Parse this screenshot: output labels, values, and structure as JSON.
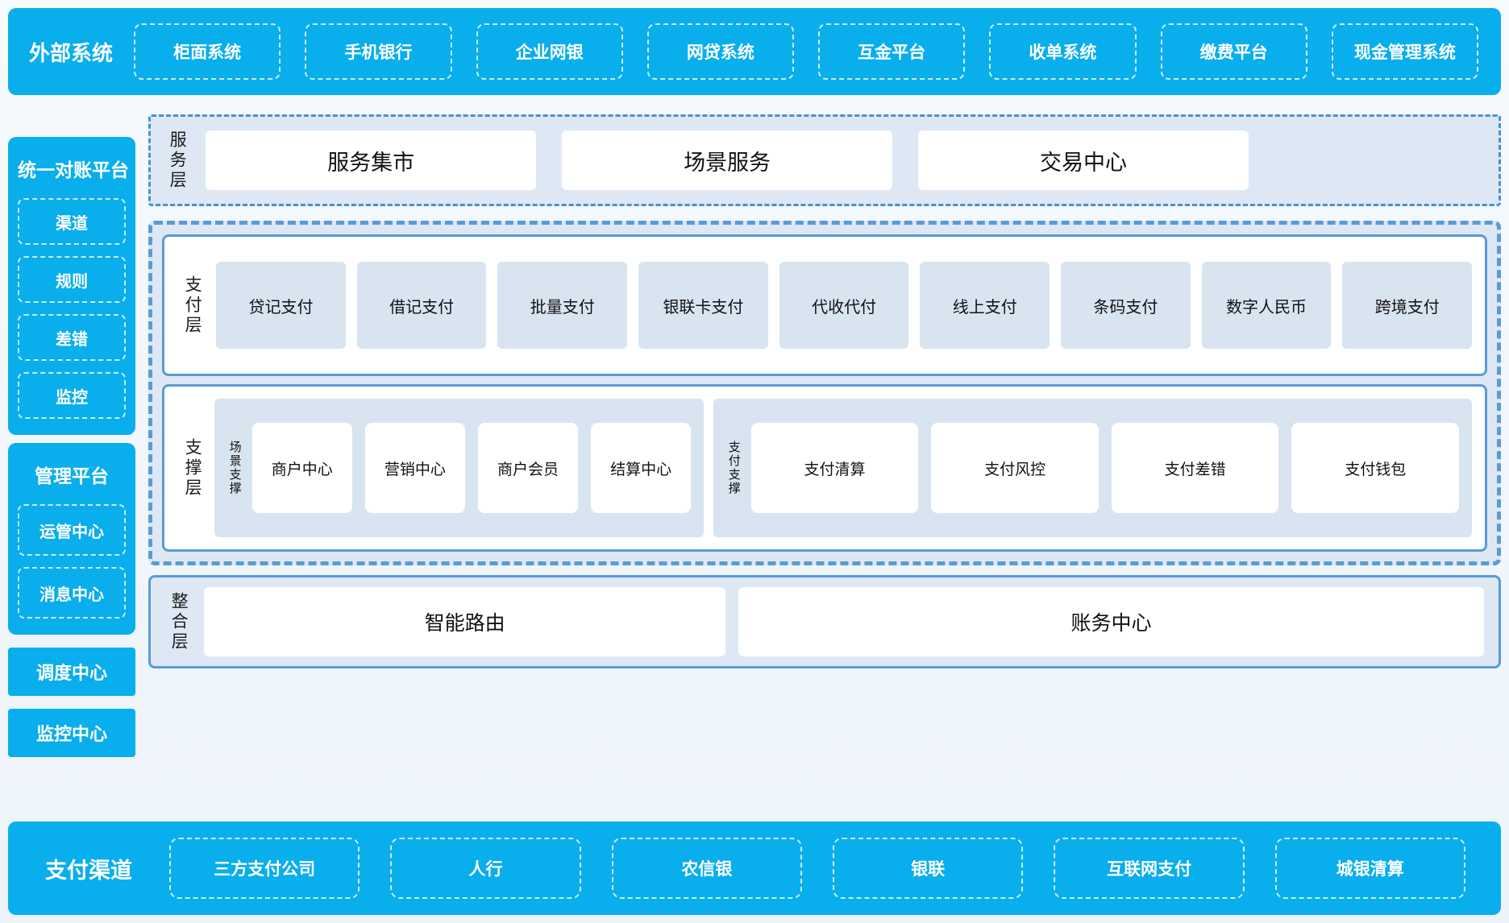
{
  "colors": {
    "brand_blue": "#09aeec",
    "border_blue": "#5b9bd5",
    "panel_bg": "#dde8f4",
    "tile_bg": "#d9e4f1"
  },
  "top_bar": {
    "title": "外部系统",
    "items": [
      "柜面系统",
      "手机银行",
      "企业网银",
      "网贷系统",
      "互金平台",
      "收单系统",
      "缴费平台",
      "现金管理系统"
    ]
  },
  "left_column": {
    "reconciliation_platform": {
      "title": "统一对账平台",
      "items": [
        "渠道",
        "规则",
        "差错",
        "监控"
      ]
    },
    "management_platform": {
      "title": "管理平台",
      "items": [
        "运管中心",
        "消息中心"
      ]
    },
    "dispatch_center": "调度中心",
    "monitor_center": "监控中心"
  },
  "service_layer": {
    "label": "服务层",
    "items": [
      "服务集市",
      "场景服务",
      "交易中心"
    ]
  },
  "payment_layer": {
    "label": "支付层",
    "items": [
      "贷记支付",
      "借记支付",
      "批量支付",
      "银联卡支付",
      "代收代付",
      "线上支付",
      "条码支付",
      "数字人民币",
      "跨境支付"
    ]
  },
  "support_layer": {
    "label": "支撑层",
    "groups": [
      {
        "label": "场景支撑",
        "items": [
          "商户中心",
          "营销中心",
          "商户会员",
          "结算中心"
        ]
      },
      {
        "label": "支付支撑",
        "items": [
          "支付清算",
          "支付风控",
          "支付差错",
          "支付钱包"
        ]
      }
    ]
  },
  "integration_layer": {
    "label": "整合层",
    "items": [
      "智能路由",
      "账务中心"
    ]
  },
  "bottom_bar": {
    "title": "支付渠道",
    "items": [
      "三方支付公司",
      "人行",
      "农信银",
      "银联",
      "互联网支付",
      "城银清算"
    ]
  }
}
